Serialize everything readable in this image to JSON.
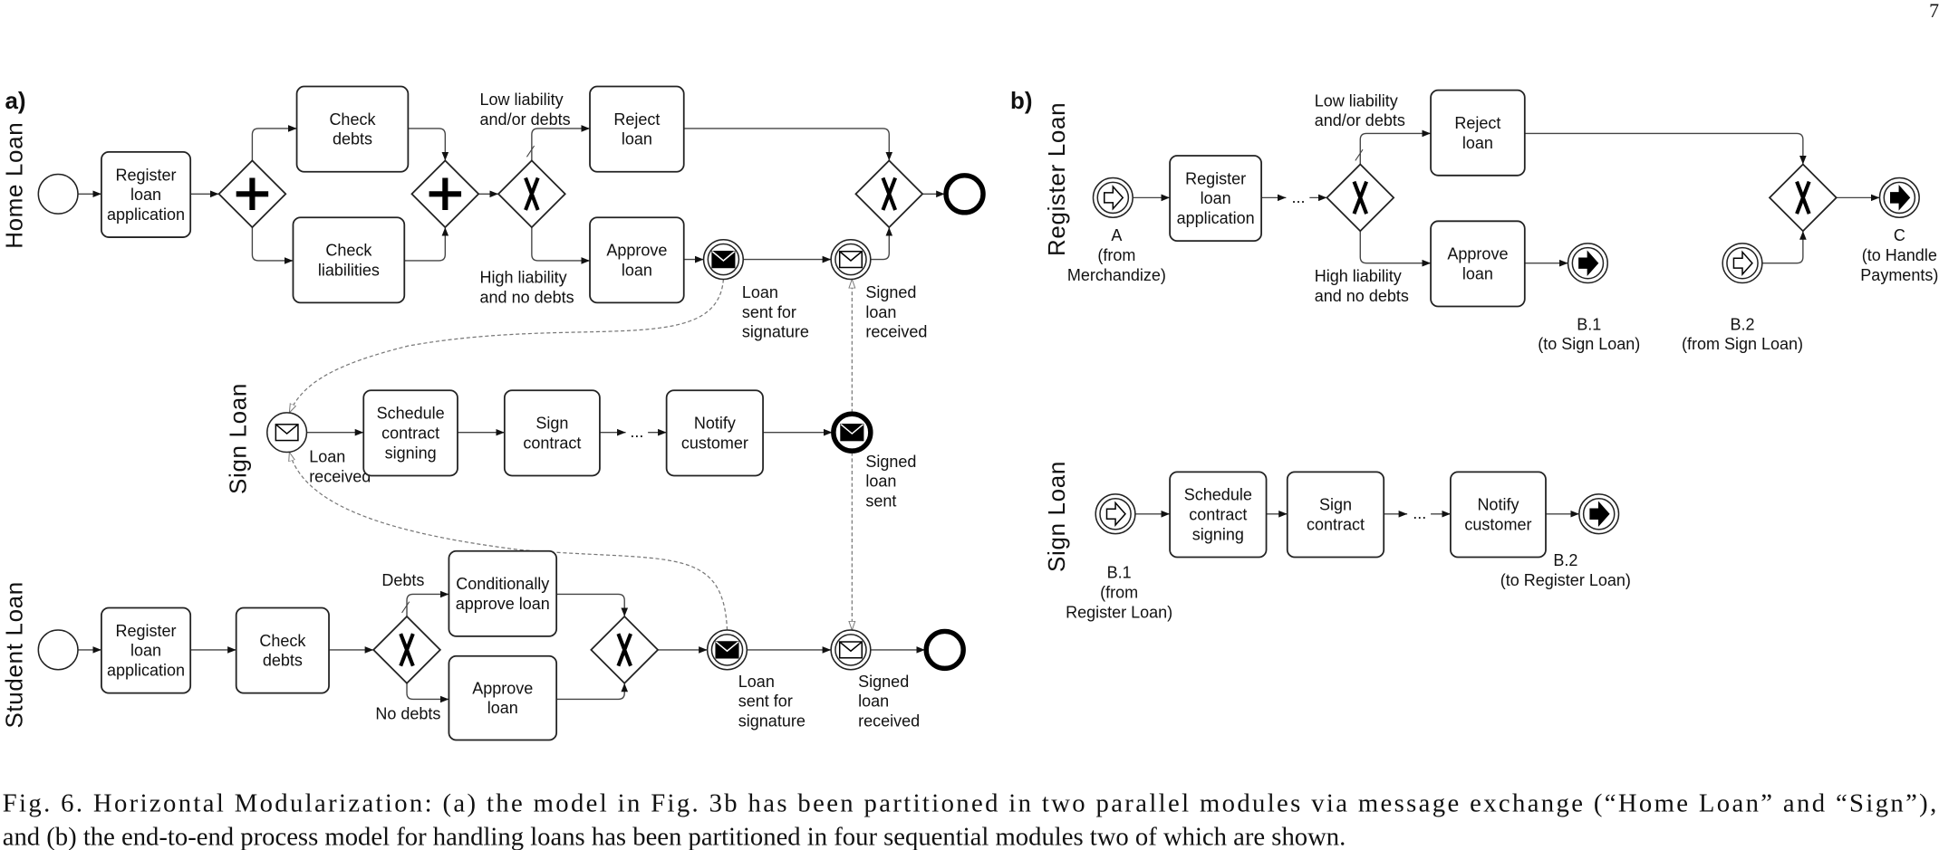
{
  "page_number": "7",
  "panel_a": {
    "label": "a)",
    "lanes": {
      "home": "Home Loan",
      "sign": "Sign Loan",
      "student": "Student Loan"
    },
    "home": {
      "register": [
        "Register",
        "loan",
        "application"
      ],
      "check_debts": [
        "Check",
        "debts"
      ],
      "check_liabilities": [
        "Check",
        "liabilities"
      ],
      "reject": [
        "Reject",
        "loan"
      ],
      "approve": [
        "Approve",
        "loan"
      ],
      "cond_low": [
        "Low liability",
        "and/or debts"
      ],
      "cond_high": [
        "High liability",
        "and no debts"
      ],
      "loan_sent": [
        "Loan",
        "sent for",
        "signature"
      ],
      "signed_received": [
        "Signed",
        "loan",
        "received"
      ]
    },
    "sign": {
      "loan_received": [
        "Loan",
        "received"
      ],
      "schedule": [
        "Schedule",
        "contract",
        "signing"
      ],
      "sign_contract": [
        "Sign",
        "contract"
      ],
      "ellipsis": "...",
      "notify": [
        "Notify",
        "customer"
      ],
      "signed_sent": [
        "Signed",
        "loan",
        "sent"
      ]
    },
    "student": {
      "register": [
        "Register",
        "loan",
        "application"
      ],
      "check_debts": [
        "Check",
        "debts"
      ],
      "cond_debts": "Debts",
      "cond_no_debts": "No debts",
      "cond_approve": [
        "Conditionally",
        "approve loan"
      ],
      "approve": [
        "Approve",
        "loan"
      ],
      "loan_sent": [
        "Loan",
        "sent for",
        "signature"
      ],
      "signed_received": [
        "Signed",
        "loan",
        "received"
      ]
    }
  },
  "panel_b": {
    "label": "b)",
    "lanes": {
      "register": "Register Loan",
      "sign": "Sign Loan"
    },
    "register": {
      "start": [
        "A",
        "(from",
        "Merchandize)"
      ],
      "register": [
        "Register",
        "loan",
        "application"
      ],
      "ellipsis": "...",
      "cond_low": [
        "Low liability",
        "and/or debts"
      ],
      "cond_high": [
        "High liability",
        "and no debts"
      ],
      "reject": [
        "Reject",
        "loan"
      ],
      "approve": [
        "Approve",
        "loan"
      ],
      "end_b1": [
        "B.1",
        "(to Sign Loan)"
      ],
      "start_b2": [
        "B.2",
        "(from Sign Loan)"
      ],
      "end_c": [
        "C",
        "(to Handle",
        "Payments)"
      ]
    },
    "sign": {
      "start_b1": [
        "B.1",
        "(from",
        "Register Loan)"
      ],
      "schedule": [
        "Schedule",
        "contract",
        "signing"
      ],
      "sign_contract": [
        "Sign",
        "contract"
      ],
      "ellipsis": "...",
      "notify": [
        "Notify",
        "customer"
      ],
      "end_b2": [
        "B.2",
        "(to Register Loan)"
      ]
    }
  },
  "caption": [
    "Fig. 6.   Horizontal Modularization: (a) the model in Fig. 3b has been partitioned in two parallel modules via message exchange (“Home Loan” and “Sign”),",
    "and (b) the end-to-end process model for handling loans has been partitioned in four sequential modules two of which are shown."
  ]
}
